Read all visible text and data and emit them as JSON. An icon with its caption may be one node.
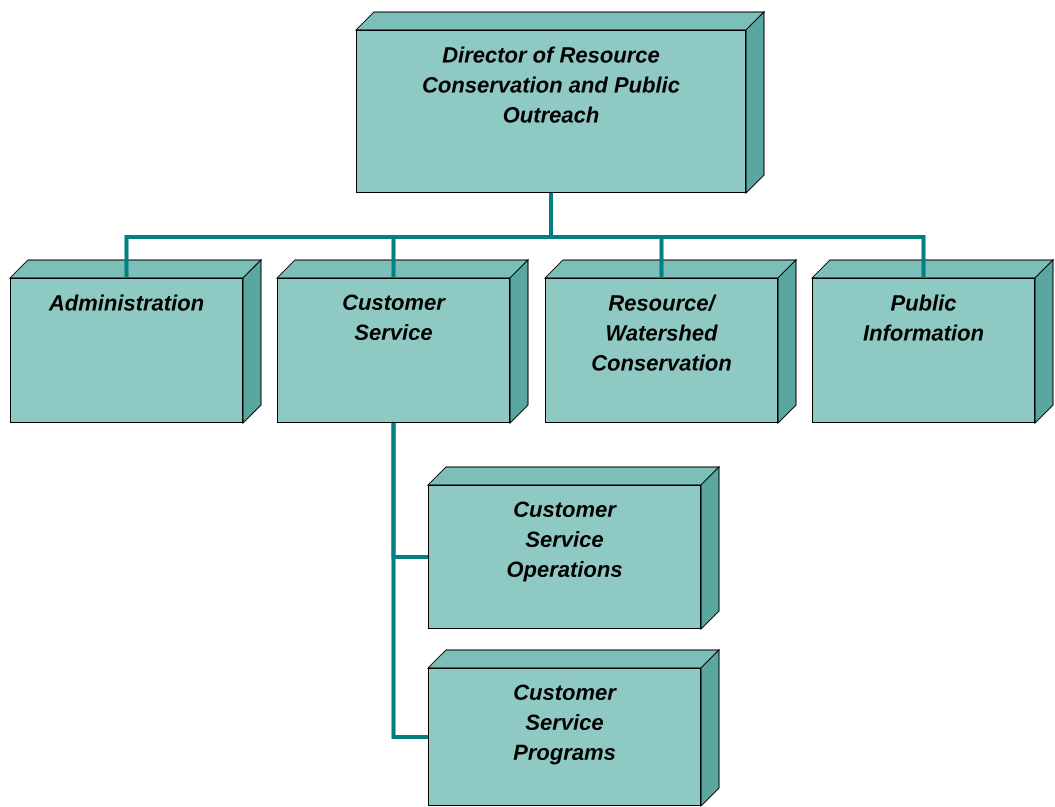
{
  "diagram": {
    "nodes": [
      {
        "text": [
          "Director of Resource Conservation and Public Outreach"
        ]
      },
      {
        "text": [
          "Administration"
        ]
      },
      {
        "text": [
          "Customer Service"
        ]
      },
      {
        "text": [
          "Resource/ Watershed Conservation"
        ]
      },
      {
        "text": [
          "Public Information"
        ]
      },
      {
        "text": [
          "Customer Service Operations"
        ]
      },
      {
        "text": [
          "Customer Service Programs"
        ]
      }
    ],
    "edges": [
      {
        "from": 0,
        "to": 1,
        "arrow": "none"
      },
      {
        "from": 0,
        "to": 2,
        "arrow": "none"
      },
      {
        "from": 0,
        "to": 3,
        "arrow": "none"
      },
      {
        "from": 0,
        "to": 4,
        "arrow": "none"
      },
      {
        "from": 2,
        "to": 5,
        "arrow": "none"
      },
      {
        "from": 2,
        "to": 6,
        "arrow": "none"
      }
    ]
  }
}
